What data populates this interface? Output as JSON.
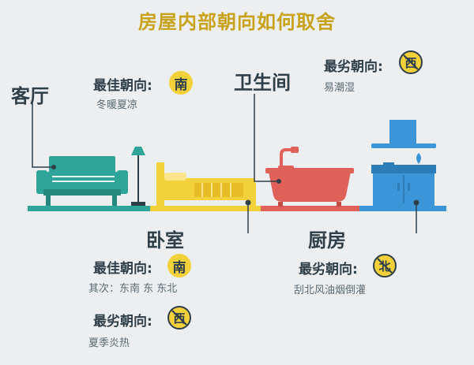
{
  "title": "房屋内部朝向如何取舍",
  "living_room": {
    "name": "客厅",
    "best_label": "最佳朝向:",
    "best_dir": "南",
    "note": "冬暖夏凉"
  },
  "bathroom": {
    "name": "卫生间",
    "worst_label": "最劣朝向:",
    "worst_dir": "西",
    "note": "易潮湿"
  },
  "bedroom": {
    "name": "卧室",
    "best_label": "最佳朝向:",
    "best_dir": "南",
    "secondary": "其次：东南 东 东北",
    "worst_label": "最劣朝向:",
    "worst_dir": "西",
    "worst_note": "夏季炎热"
  },
  "kitchen": {
    "name": "厨房",
    "worst_label": "最劣朝向:",
    "worst_dir": "北",
    "note": "刮北风油烟倒灌"
  },
  "colors": {
    "living": "#2fa59a",
    "bedroom": "#f3d13a",
    "bath": "#e0605a",
    "kitchen": "#3b95d6",
    "title": "#c8a21a",
    "text": "#2f3f4a"
  }
}
